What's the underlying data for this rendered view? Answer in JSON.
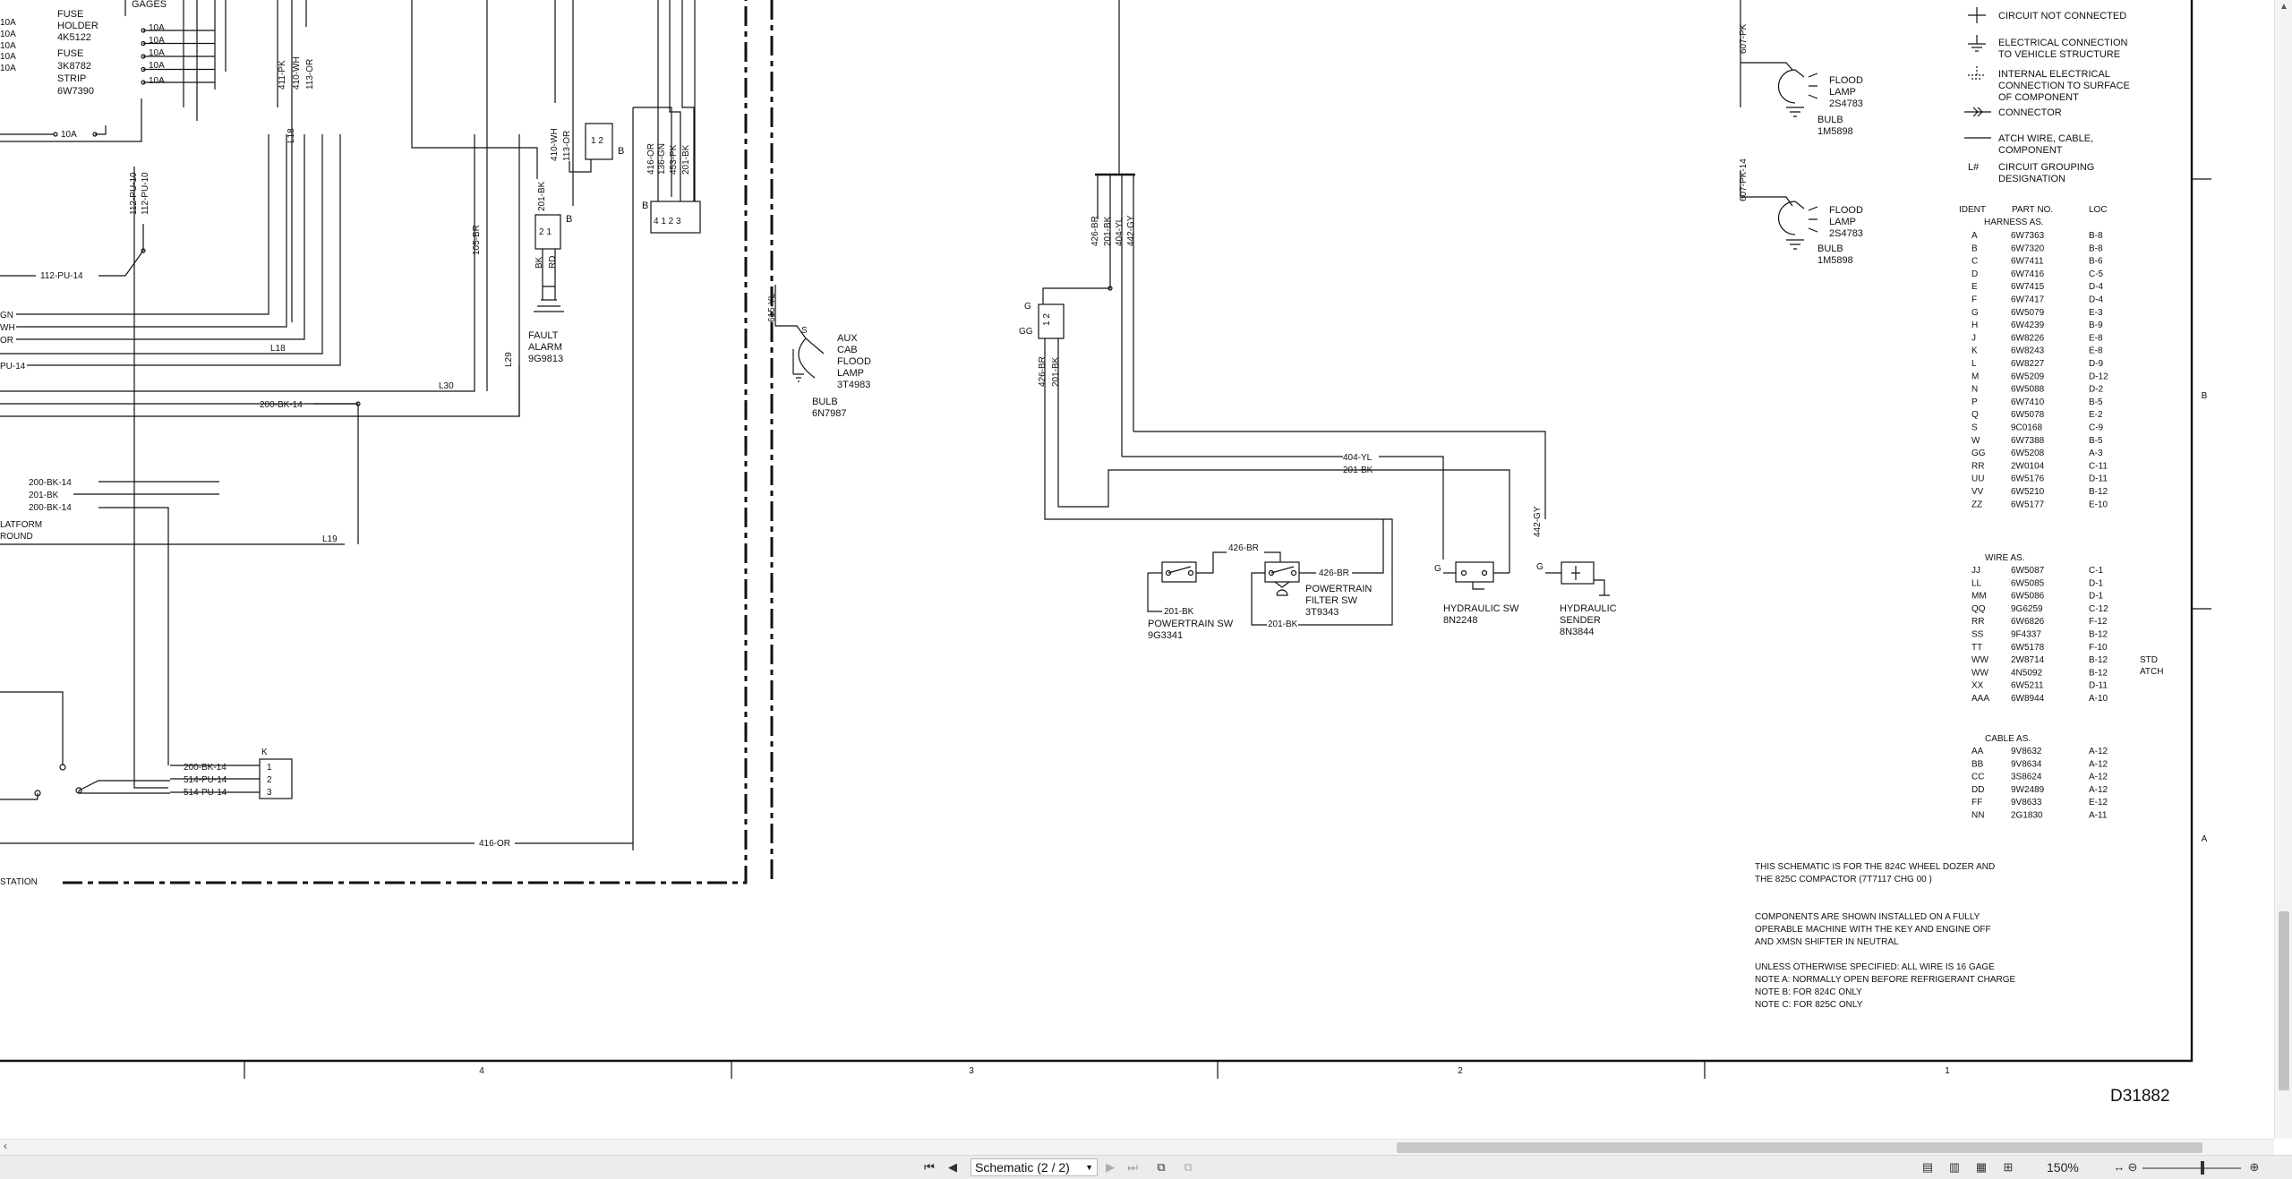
{
  "schematic": {
    "left": {
      "fuse_holder": [
        "FUSE",
        "HOLDER",
        "4K5122"
      ],
      "fuse_strip": [
        "FUSE",
        "3K8782",
        "STRIP",
        "6W7390"
      ],
      "gages": "GAGES",
      "fuse_10a": "10A",
      "w_112pu10": "112-PU-10",
      "w_112pu10b": "112-PU-10",
      "w_112pu14": "112-PU-14",
      "gn": "GN",
      "wh": "WH",
      "or": "OR",
      "pu14": "PU-14",
      "l18": "L18",
      "l18b": "L18",
      "l30": "L30",
      "l29": "L29",
      "w_200bk14": "200-BK-14",
      "w_105br": "105-BR",
      "w_411pk": "411-PK",
      "w_410wh": "410-WH",
      "w_113or": "113-OR",
      "w_410wh_b": "410-WH",
      "w_113or_b": "113-OR",
      "w_201bk": "201-BK",
      "bk": "BK",
      "rd": "RD",
      "fault_alarm": [
        "FAULT",
        "ALARM",
        "9G9813"
      ],
      "conn_b": "B",
      "conn_b2": "B",
      "conn_b3": "B",
      "w_416or": "416-OR",
      "w_136gn": "136-GN",
      "w_453pk": "453-PK",
      "w_201bk_b": "201-BK",
      "grp_a": [
        "200-BK-14",
        "201-BK",
        "200-BK-14"
      ],
      "platform": [
        "LATFORM",
        "ROUND"
      ],
      "l19": "L19",
      "conn_k": "K",
      "k_wires": [
        "200-BK-14",
        "514-PU-14",
        "514-PU-14"
      ],
      "w_416or_bot": "416-OR",
      "station": "STATION"
    },
    "middle": {
      "w_615yl": "615-YL",
      "s": "S",
      "aux_lamp": [
        "AUX",
        "CAB",
        "FLOOD",
        "LAMP",
        "3T4983"
      ],
      "bulb": [
        "BULB",
        "6N7987"
      ],
      "top_wires": [
        "426-BR",
        "201-BK",
        "404-YL",
        "442-GY"
      ],
      "g": "G",
      "gg": "GG",
      "g_wires": [
        "426-BR",
        "201-BK"
      ],
      "w_404yl": "404-YL",
      "w_201bk": "201-BK",
      "w_426br": "426-BR",
      "w_426br_b": "426-BR",
      "w_201bk_l": "201-BK",
      "w_201bk_r": "201-BK",
      "powertrain_sw": [
        "POWERTRAIN SW",
        "9G3341"
      ],
      "powertrain_filter": [
        "POWERTRAIN",
        "FILTER SW",
        "3T9343"
      ],
      "w_442gy": "442-GY",
      "g2": "G",
      "g3": "G",
      "hyd_sw": [
        "HYDRAULIC SW",
        "8N2248"
      ],
      "hyd_sender": [
        "HYDRAULIC",
        "SENDER",
        "8N3844"
      ]
    },
    "right": {
      "w_607pk": "607-PK",
      "w_607pk14": "607-PK-14",
      "flood1": [
        "FLOOD",
        "LAMP",
        "2S4783"
      ],
      "bulb1": [
        "BULB",
        "1M5898"
      ],
      "flood2": [
        "FLOOD",
        "LAMP",
        "2S4783"
      ],
      "bulb2": [
        "BULB",
        "1M5898"
      ]
    },
    "legend": [
      {
        "sym": "cross",
        "text": [
          "CIRCUIT NOT CONNECTED"
        ]
      },
      {
        "sym": "ground",
        "text": [
          "ELECTRICAL CONNECTION",
          "TO VEHICLE STRUCTURE"
        ]
      },
      {
        "sym": "internal",
        "text": [
          "INTERNAL ELECTRICAL",
          "CONNECTION TO SURFACE",
          "OF COMPONENT"
        ]
      },
      {
        "sym": "connector",
        "text": [
          "CONNECTOR"
        ]
      },
      {
        "sym": "wire",
        "text": [
          "ATCH WIRE, CABLE,",
          "COMPONENT"
        ]
      },
      {
        "sym": "L#",
        "text": [
          "CIRCUIT GROUPING",
          "DESIGNATION"
        ]
      }
    ],
    "table_headers": {
      "ident": "IDENT",
      "part": "PART NO.",
      "loc": "LOC"
    },
    "harness_title": "HARNESS AS.",
    "harness": [
      [
        "A",
        "6W7363",
        "B-8"
      ],
      [
        "B",
        "6W7320",
        "B-8"
      ],
      [
        "C",
        "6W7411",
        "B-6"
      ],
      [
        "D",
        "6W7416",
        "C-5"
      ],
      [
        "E",
        "6W7415",
        "D-4"
      ],
      [
        "F",
        "6W7417",
        "D-4"
      ],
      [
        "G",
        "6W5079",
        "E-3"
      ],
      [
        "H",
        "6W4239",
        "B-9"
      ],
      [
        "J",
        "6W8226",
        "E-8"
      ],
      [
        "K",
        "6W8243",
        "E-8"
      ],
      [
        "L",
        "6W8227",
        "D-9"
      ],
      [
        "M",
        "6W5209",
        "D-12"
      ],
      [
        "N",
        "6W5088",
        "D-2"
      ],
      [
        "P",
        "6W7410",
        "B-5"
      ],
      [
        "Q",
        "6W5078",
        "E-2"
      ],
      [
        "S",
        "9C0168",
        "C-9"
      ],
      [
        "W",
        "6W7388",
        "B-5"
      ],
      [
        "GG",
        "6W5208",
        "A-3"
      ],
      [
        "RR",
        "2W0104",
        "C-11"
      ],
      [
        "UU",
        "6W5176",
        "D-11"
      ],
      [
        "VV",
        "6W5210",
        "B-12"
      ],
      [
        "ZZ",
        "6W5177",
        "E-10"
      ]
    ],
    "wire_title": "WIRE AS.",
    "wire": [
      [
        "JJ",
        "6W5087",
        "C-1"
      ],
      [
        "LL",
        "6W5085",
        "D-1"
      ],
      [
        "MM",
        "6W5086",
        "D-1"
      ],
      [
        "QQ",
        "9G6259",
        "C-12"
      ],
      [
        "RR",
        "6W6826",
        "F-12"
      ],
      [
        "SS",
        "9F4337",
        "B-12"
      ],
      [
        "TT",
        "6W5178",
        "F-10"
      ],
      [
        "WW",
        "2W8714",
        "B-12"
      ],
      [
        "WW",
        "4N5092",
        "B-12"
      ],
      [
        "XX",
        "6W5211",
        "D-11"
      ],
      [
        "AAA",
        "6W8944",
        "A-10"
      ]
    ],
    "std_atch": [
      "STD",
      "ATCH"
    ],
    "cable_title": "CABLE AS.",
    "cable": [
      [
        "AA",
        "9V8632",
        "A-12"
      ],
      [
        "BB",
        "9V8634",
        "A-12"
      ],
      [
        "CC",
        "3S8624",
        "A-12"
      ],
      [
        "DD",
        "9W2489",
        "A-12"
      ],
      [
        "FF",
        "9V8633",
        "E-12"
      ],
      [
        "NN",
        "2G1830",
        "A-11"
      ]
    ],
    "notes": [
      "THIS SCHEMATIC IS FOR THE 824C WHEEL DOZER AND",
      "THE 825C COMPACTOR (7T7117 CHG 00 )",
      "",
      "",
      "COMPONENTS ARE SHOWN INSTALLED ON A FULLY",
      "OPERABLE MACHINE WITH THE KEY AND ENGINE OFF",
      "AND XMSN SHIFTER IN NEUTRAL",
      "",
      "UNLESS OTHERWISE SPECIFIED: ALL WIRE IS 16 GAGE",
      "NOTE A: NORMALLY OPEN BEFORE REFRIGERANT CHARGE",
      "NOTE B: FOR 824C ONLY",
      "NOTE C: FOR 825C ONLY"
    ],
    "zones": [
      "4",
      "3",
      "2",
      "1"
    ],
    "rows": [
      "B",
      "A"
    ],
    "drawing_no": "D31882"
  },
  "viewer": {
    "page_select": "Schematic (2 / 2)",
    "zoom": "150%"
  }
}
